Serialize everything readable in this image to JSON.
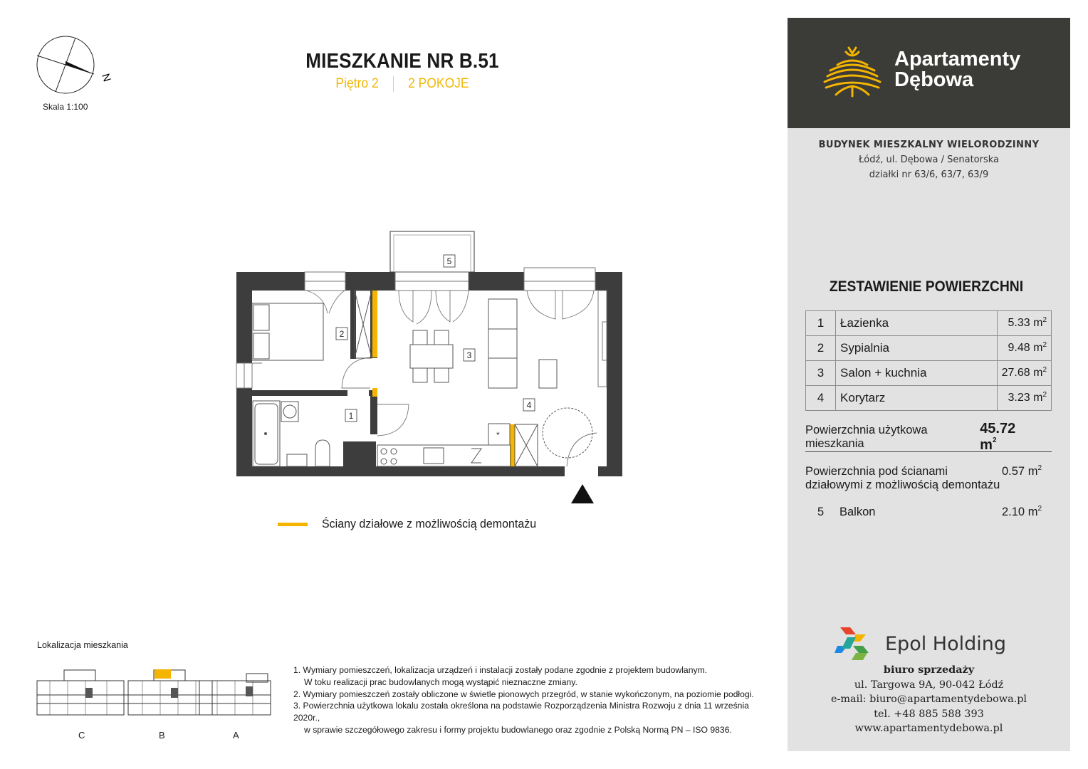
{
  "header": {
    "title": "MIESZKANIE NR B.51",
    "floor": "Piętro 2",
    "rooms_count": "2 POKOJE",
    "scale": "Skala 1:100",
    "north_label": "N"
  },
  "plan": {
    "room_labels": [
      "1",
      "2",
      "3",
      "4",
      "5"
    ]
  },
  "legend": {
    "text": "Ściany działowe z możliwością demontażu",
    "color": "#f4b400"
  },
  "location": {
    "label": "Lokalizacja mieszkania",
    "wings": [
      "C",
      "B",
      "A"
    ],
    "highlight_color": "#f4b400"
  },
  "notes": {
    "n1": "1. Wymiary pomieszczeń, lokalizacja urządzeń i instalacji zostały podane zgodnie z projektem budowlanym.",
    "n1b": "W toku realizacji prac budowlanych mogą wystąpić nieznaczne zmiany.",
    "n2": "2. Wymiary pomieszczeń zostały obliczone w świetle pionowych przegród, w stanie wykończonym, na poziomie podłogi.",
    "n3": "3. Powierzchnia użytkowa lokalu została określona na podstawie Rozporządzenia Ministra Rozwoju z dnia 11 września 2020r.,",
    "n3b": "w sprawie szczegółowego zakresu i formy projektu budowlanego oraz zgodnie z Polską Normą PN – ISO 9836."
  },
  "brand": {
    "line1": "Apartamenty",
    "line2": "Dębowa",
    "logo_color": "#f4b400",
    "panel_color": "#3b3b37"
  },
  "building": {
    "type": "BUDYNEK MIESZKALNY WIELORODZINNY",
    "address": "Łódź, ul. Dębowa / Senatorska",
    "plots": "działki nr 63/6, 63/7, 63/9"
  },
  "summary": {
    "title": "ZESTAWIENIE POWIERZCHNI",
    "unit": "m",
    "unit_sup": "2",
    "rooms": [
      {
        "num": "1",
        "name": "Łazienka",
        "area": "5.33"
      },
      {
        "num": "2",
        "name": "Sypialnia",
        "area": "9.48"
      },
      {
        "num": "3",
        "name": "Salon + kuchnia",
        "area": "27.68"
      },
      {
        "num": "4",
        "name": "Korytarz",
        "area": "3.23"
      }
    ],
    "usable_label": "Powierzchnia użytkowa mieszkania",
    "usable_value": "45.72",
    "walls_label1": "Powierzchnia pod ścianami",
    "walls_label2": "działowymi z możliwością demontażu",
    "walls_value": "0.57",
    "balcony_num": "5",
    "balcony_label": "Balkon",
    "balcony_value": "2.10"
  },
  "developer": {
    "name": "Epol Holding",
    "sales_office": "biuro sprzedaży",
    "address": "ul. Targowa 9A, 90-042 Łódź",
    "email": "e-mail: biuro@apartamentydebowa.pl",
    "phone": "tel. +48 885 588 393",
    "website": "www.apartamentydebowa.pl"
  }
}
